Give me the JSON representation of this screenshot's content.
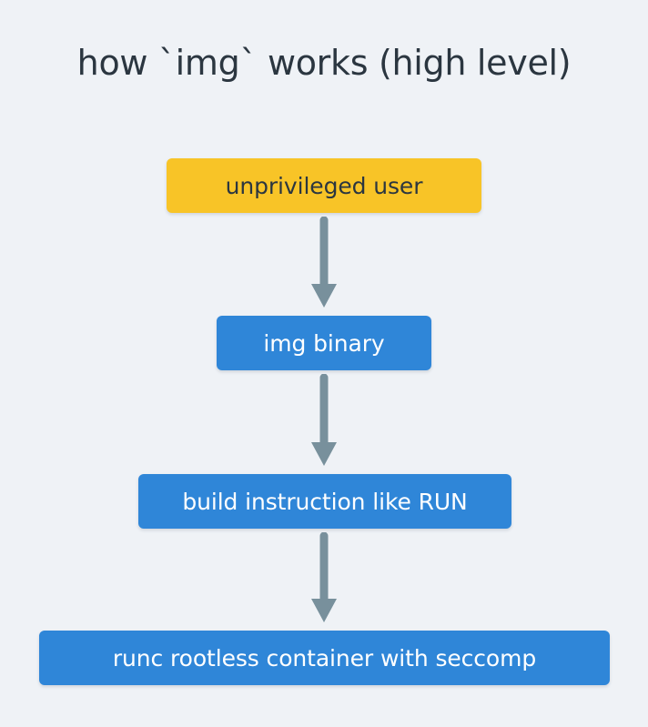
{
  "diagram": {
    "title": "how `img` works (high level)",
    "background_color": "#eff2f6",
    "title_color": "#2b3640",
    "arrow_color": "#78909c",
    "nodes": [
      {
        "id": "unprivileged-user",
        "label": "unprivileged user",
        "fill": "#f8c427",
        "text_color": "#2b3640"
      },
      {
        "id": "img-binary",
        "label": "img binary",
        "fill": "#2f86d8",
        "text_color": "#ffffff"
      },
      {
        "id": "build-instruction",
        "label": "build instruction like RUN",
        "fill": "#2f86d8",
        "text_color": "#ffffff"
      },
      {
        "id": "runc-rootless",
        "label": "runc rootless container with seccomp",
        "fill": "#2f86d8",
        "text_color": "#ffffff"
      }
    ],
    "edges": [
      {
        "id": "edge-1",
        "from": "unprivileged-user",
        "to": "img-binary",
        "label": ""
      },
      {
        "id": "edge-2",
        "from": "img-binary",
        "to": "build-instruction",
        "label": ""
      },
      {
        "id": "edge-3",
        "from": "build-instruction",
        "to": "runc-rootless",
        "label": ""
      }
    ]
  }
}
